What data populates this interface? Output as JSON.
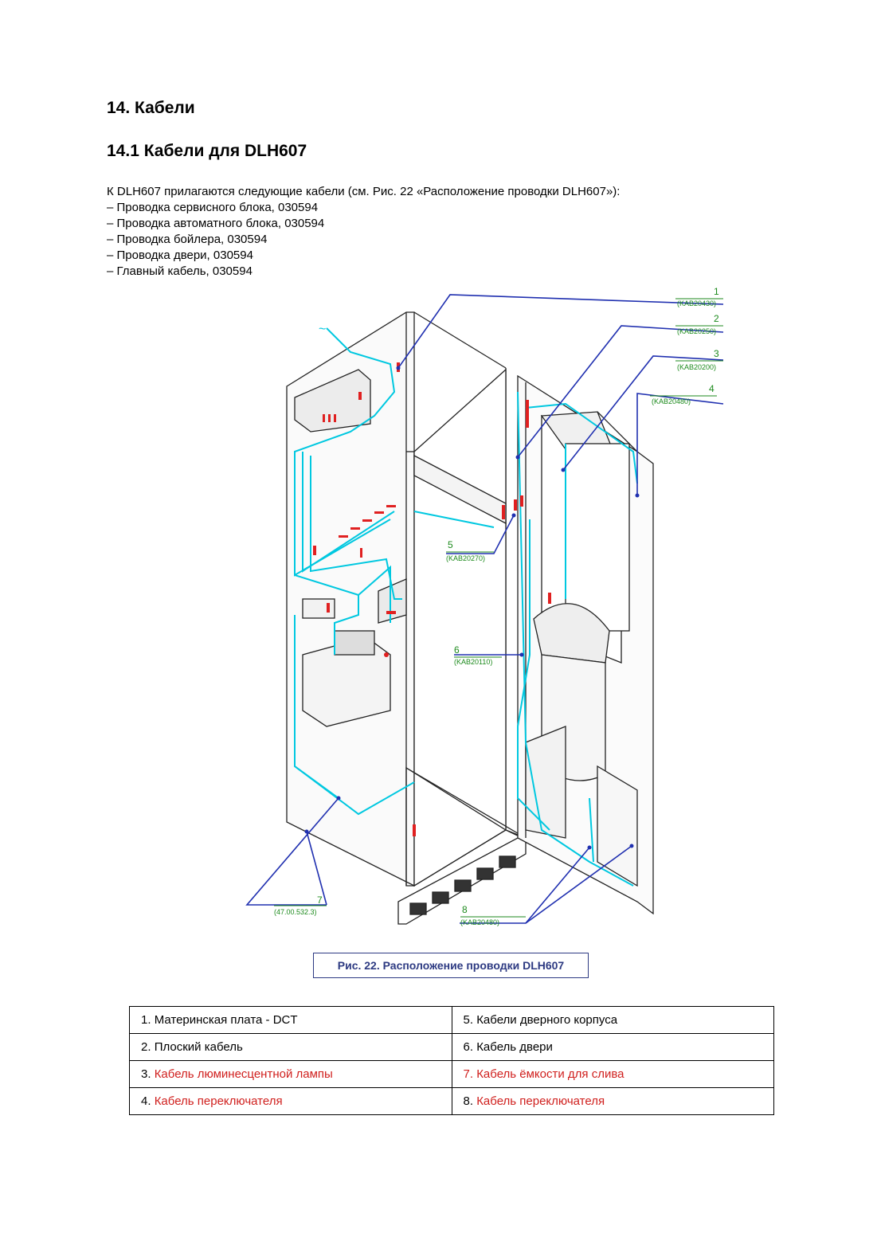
{
  "heading": "14. Кабели",
  "subheading": "14.1 Кабели для DLH607",
  "intro": {
    "lead": "К DLH607 прилагаются следующие кабели (см. Рис. 22 «Расположение проводки DLH607»):",
    "items": [
      "– Проводка сервисного блока, 030594",
      "– Проводка автоматного блока, 030594",
      "– Проводка бойлера, 030594",
      "– Проводка двери, 030594",
      "– Главный кабель, 030594"
    ]
  },
  "figure": {
    "callouts": [
      {
        "num": "1",
        "code": "(KAB20430)"
      },
      {
        "num": "2",
        "code": "(KAB20250)"
      },
      {
        "num": "3",
        "code": "(KAB20200)"
      },
      {
        "num": "4",
        "code": "(KAB20480)"
      },
      {
        "num": "5",
        "code": "(KAB20270)"
      },
      {
        "num": "6",
        "code": "(KAB20110)"
      },
      {
        "num": "7",
        "code": "(47.00.532.3)"
      },
      {
        "num": "8",
        "code": "(KAB20480)"
      }
    ],
    "tilde": "~",
    "colors": {
      "cable": "#00c8e0",
      "leader": "#2030b0",
      "connector": "#e02020",
      "outline": "#222222",
      "callout": "#1c8a1c"
    }
  },
  "caption": "Рис. 22. Расположение проводки DLH607",
  "legend": {
    "rows": [
      [
        {
          "num": "1. ",
          "text": "Материнская плата - DCT",
          "red": false
        },
        {
          "num": "5. ",
          "text": "Кабели дверного корпуса",
          "red": false
        }
      ],
      [
        {
          "num": "2. ",
          "text": "Плоский кабель",
          "red": false
        },
        {
          "num": "6. ",
          "text": "Кабель двери",
          "red": false
        }
      ],
      [
        {
          "num": "3. ",
          "text": "Кабель люминесцентной лампы",
          "red": true
        },
        {
          "num": "7. ",
          "text": "Кабель ёмкости для слива",
          "red": true
        }
      ],
      [
        {
          "num": "4. ",
          "text": "Кабель переключателя",
          "red": true
        },
        {
          "num": "8. ",
          "text": "Кабель переключателя",
          "red": true
        }
      ]
    ]
  }
}
